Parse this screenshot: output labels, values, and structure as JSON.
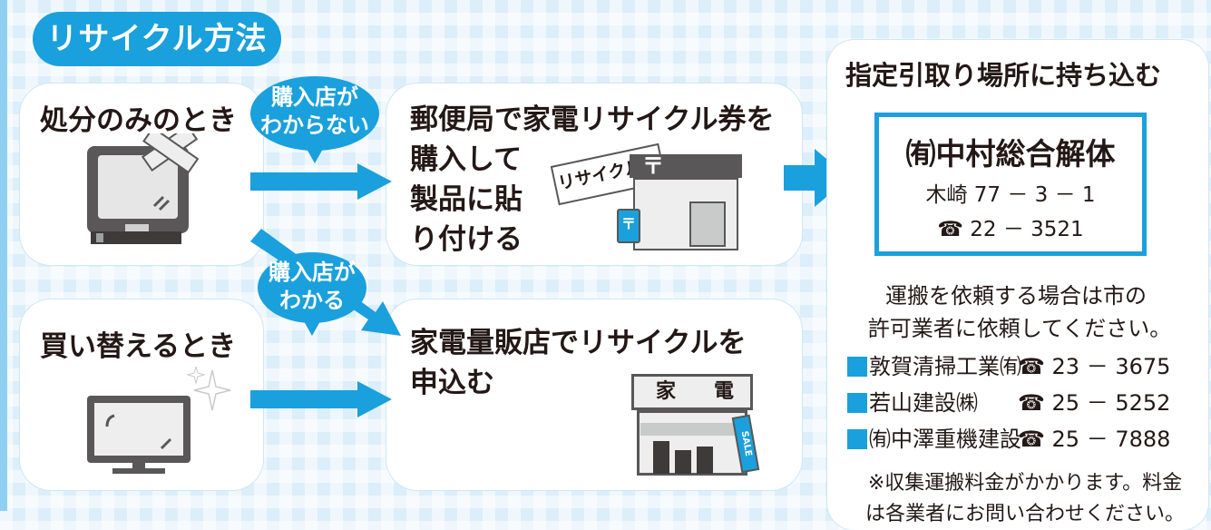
{
  "title": "リサイクル方法",
  "disposal_only": {
    "label": "処分のみのとき"
  },
  "replace": {
    "label": "買い替えるとき"
  },
  "bubble_unknown": {
    "line1": "購入店が",
    "line2": "わからない"
  },
  "bubble_known": {
    "line1": "購入店が",
    "line2": "わかる"
  },
  "post_office": {
    "line1": "郵便局で家電リサイクル券を",
    "line2": "購入して",
    "line3": "製品に貼",
    "line4": "り付ける",
    "ticket_label": "リサイクル券",
    "postal_mark": "〒"
  },
  "retailer": {
    "line1": "家電量販店でリサイクルを",
    "line2": "申込む",
    "sign_left": "家",
    "sign_right": "電",
    "sale_flag": "SALE"
  },
  "designated": {
    "heading": "指定引取り場所に持ち込む",
    "shop_name": "㈲中村総合解体",
    "address": "木崎 77 － 3 － 1",
    "phone": "☎ 22 － 3521"
  },
  "transport_note": {
    "line1": "運搬を依頼する場合は市の",
    "line2": "許可業者に依頼してください。"
  },
  "contractors": [
    {
      "name": "敦賀清掃工業㈲",
      "phone": "☎ 23 － 3675"
    },
    {
      "name": "若山建設㈱",
      "phone": "☎ 25 － 5252"
    },
    {
      "name": "㈲中澤重機建設",
      "phone": "☎ 25 － 7888"
    }
  ],
  "footnote": {
    "line1": "※収集運搬料金がかかります。料金",
    "line2": "は各業者にお問い合わせください。"
  },
  "colors": {
    "accent": "#1aa0dc",
    "text": "#231815"
  }
}
